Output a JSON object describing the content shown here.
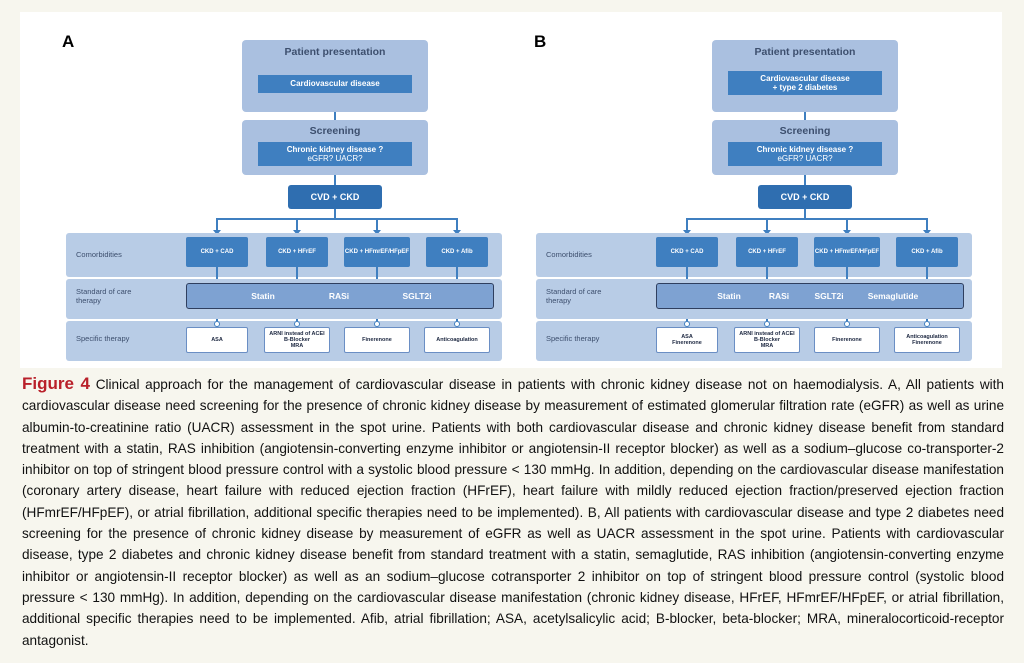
{
  "figure": {
    "panel_a": {
      "letter": "A",
      "presentation_title": "Patient presentation",
      "presentation_lines": [
        "Cardiovascular disease"
      ],
      "screening_title": "Screening",
      "screening_line1": "Chronic kidney disease ?",
      "screening_line2": "eGFR? UACR?",
      "hub": "CVD + CKD",
      "row_comorbidities": "Comorbidities",
      "row_soc": "Standard of care therapy",
      "row_specific": "Specific therapy",
      "comorbidities": [
        "CKD + CAD",
        "CKD + HFrEF",
        "CKD + HFmrEF/HFpEF",
        "CKD + Afib"
      ],
      "soc": [
        "Statin",
        "RASi",
        "SGLT2i"
      ],
      "specific": [
        "ASA",
        "ARNI instead of ACEI\nB-Blocker\nMRA",
        "Finerenone",
        "Anticoagulation"
      ]
    },
    "panel_b": {
      "letter": "B",
      "presentation_title": "Patient presentation",
      "presentation_lines": [
        "Cardiovascular disease",
        "+ type 2 diabetes"
      ],
      "screening_title": "Screening",
      "screening_line1": "Chronic kidney disease ?",
      "screening_line2": "eGFR? UACR?",
      "hub": "CVD + CKD",
      "row_comorbidities": "Comorbidities",
      "row_soc": "Standard of care therapy",
      "row_specific": "Specific therapy",
      "comorbidities": [
        "CKD + CAD",
        "CKD + HFrEF",
        "CKD + HFmrEF/HFpEF",
        "CKD + Afib"
      ],
      "soc": [
        "Statin",
        "RASi",
        "SGLT2i",
        "Semaglutide"
      ],
      "specific": [
        "ASA\nFinerenone",
        "ARNI instead of ACEI\nB-Blocker\nMRA",
        "Finerenone",
        "Anticoagulation\nFinerenone"
      ]
    }
  },
  "caption": {
    "label": "Figure 4",
    "text": "Clinical approach for the management of cardiovascular disease in patients with chronic kidney disease not on haemodialysis. A, All patients with cardiovascular disease need screening for the presence of chronic kidney disease by measurement of estimated glomerular filtration rate (eGFR) as well as urine albumin-to-creatinine ratio (UACR) assessment in the spot urine. Patients with both cardiovascular disease and chronic kidney disease benefit from standard treatment with a statin, RAS inhibition (angiotensin-converting enzyme inhibitor or angiotensin-II receptor blocker) as well as a sodium–glucose co-transporter-2 inhibitor on top of stringent blood pressure control with a systolic blood pressure < 130 mmHg. In addition, depending on the cardiovascular disease manifestation (coronary artery disease, heart failure with reduced ejection fraction (HFrEF), heart failure with mildly reduced ejection fraction/preserved ejection fraction (HFmrEF/HFpEF), or atrial fibrillation, additional specific therapies need to be implemented). B, All patients with cardiovascular disease and type 2 diabetes need screening for the presence of chronic kidney disease by measurement of eGFR as well as UACR assessment in the spot urine. Patients with cardiovascular disease, type 2 diabetes and chronic kidney disease benefit from standard treatment with a statin, semaglutide, RAS inhibition (angiotensin-converting enzyme inhibitor or angiotensin-II receptor blocker) as well as an sodium–glucose cotransporter 2 inhibitor on top of stringent blood pressure control (systolic blood pressure < 130 mmHg). In addition, depending on the cardiovascular disease manifestation (chronic kidney disease, HFrEF, HFmrEF/HFpEF, or atrial fibrillation, additional specific therapies need to be implemented. Afib, atrial fibrillation; ASA, acetylsalicylic acid; B-blocker, beta-blocker; MRA, mineralocorticoid-receptor antagonist."
  }
}
